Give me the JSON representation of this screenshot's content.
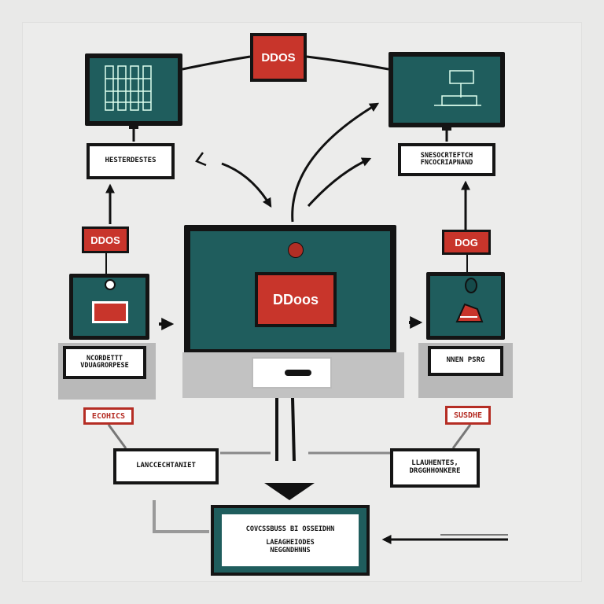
{
  "tags": {
    "top": "DDOS",
    "left": "DDOS",
    "right": "DOG",
    "center": "DDoos",
    "bottom_left": "ECOHICS",
    "bottom_right": "SUSDHE"
  },
  "labels": {
    "top_left": "HESTERDESTES",
    "top_right": [
      "SNESOCRTEFTCH",
      "FNCOCRIAPNAND"
    ],
    "mid_left": [
      "NCORDETTT",
      "VDUAGRORPESE"
    ],
    "mid_right": "NNEN PSRG",
    "low_left": "LANCCECHTANIET",
    "low_right": [
      "LLAUHENTES,",
      "DRGGHHONKERE"
    ],
    "bottom": [
      "COVCSSBUSS BI OSSEIDHN",
      "LAEAGHEIODES",
      "NEGGNDHNNS"
    ]
  },
  "colors": {
    "screen": "#1f5d5d",
    "accent_red": "#c8352b",
    "frame": "#141414",
    "background": "#ececeb"
  }
}
